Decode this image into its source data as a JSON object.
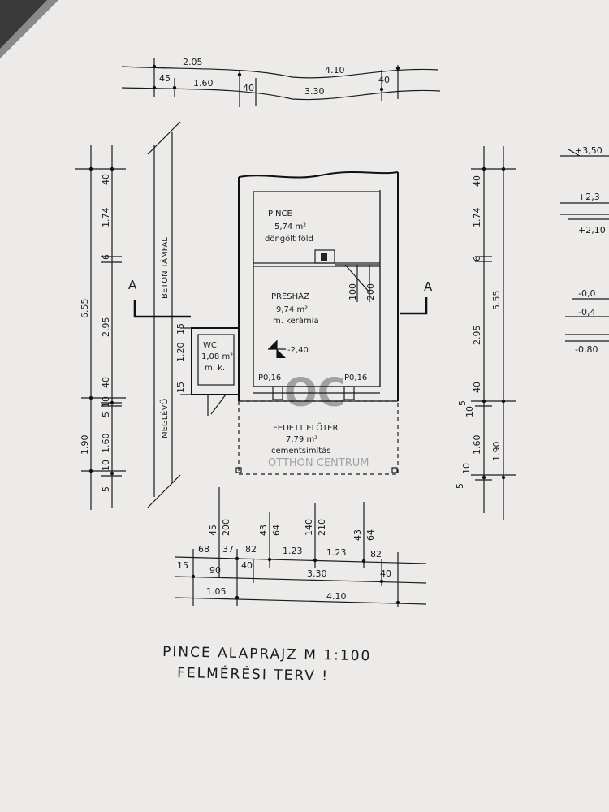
{
  "dims": {
    "top_row1": [
      "2.05",
      "4.10"
    ],
    "top_row2": [
      "45",
      "1.60",
      "40",
      "3.30",
      "40"
    ],
    "left_total": [
      "6.55",
      "1.90"
    ],
    "left_segments": [
      "40",
      "1.74",
      "6",
      "2.95",
      "40",
      "10",
      "5",
      "1.60",
      "10",
      "5"
    ],
    "right_total": [
      "5.55",
      "1.90"
    ],
    "right_segments": [
      "40",
      "1.74",
      "6",
      "2.95",
      "40",
      "5",
      "10",
      "1.60",
      "10",
      "5"
    ],
    "bottom_vertical": [
      "45",
      "200",
      "43",
      "64",
      "140",
      "210",
      "43",
      "64"
    ],
    "bottom_row1": [
      "68",
      "37",
      "82",
      "1.23",
      "1.23",
      "82"
    ],
    "bottom_row2": [
      "15",
      "90",
      "40",
      "3.30",
      "40"
    ],
    "bottom_row3": [
      "1.05",
      "4.10"
    ],
    "door_dims": [
      "100",
      "200"
    ],
    "wc_dims": [
      "15",
      "1.20",
      "15"
    ]
  },
  "labels": {
    "section_a_left": "A",
    "section_a_right": "A",
    "beton_tamfal": "BETON TÁMFAL",
    "meglevo": "MEGLÉVŐ",
    "pince_name": "PINCE",
    "pince_area": "5,74 m²",
    "pince_floor": "döngölt föld",
    "preshaz_name": "PRÉSHÁZ",
    "preshaz_area": "9,74 m²",
    "preshaz_floor": "m. kerámia",
    "level_value": "-2,40",
    "wc_name": "WC",
    "wc_area": "1,08 m²",
    "wc_floor": "m. k.",
    "pillar_left": "P0,16",
    "pillar_right": "P0,16",
    "eloter_name": "FEDETT ELŐTÉR",
    "eloter_area": "7,79 m²",
    "eloter_floor": "cementsimítás"
  },
  "elevations": [
    "+3,50",
    "+2,3",
    "+2,10",
    "-0,0",
    "-0,4",
    "-0,80"
  ],
  "watermark": {
    "logo": "OC",
    "text": "OTTHON CENTRUM"
  },
  "caption": {
    "line1": "PINCE ALAPRAJZ M 1:100",
    "line2": "FELMÉRÉSI TERV !"
  }
}
